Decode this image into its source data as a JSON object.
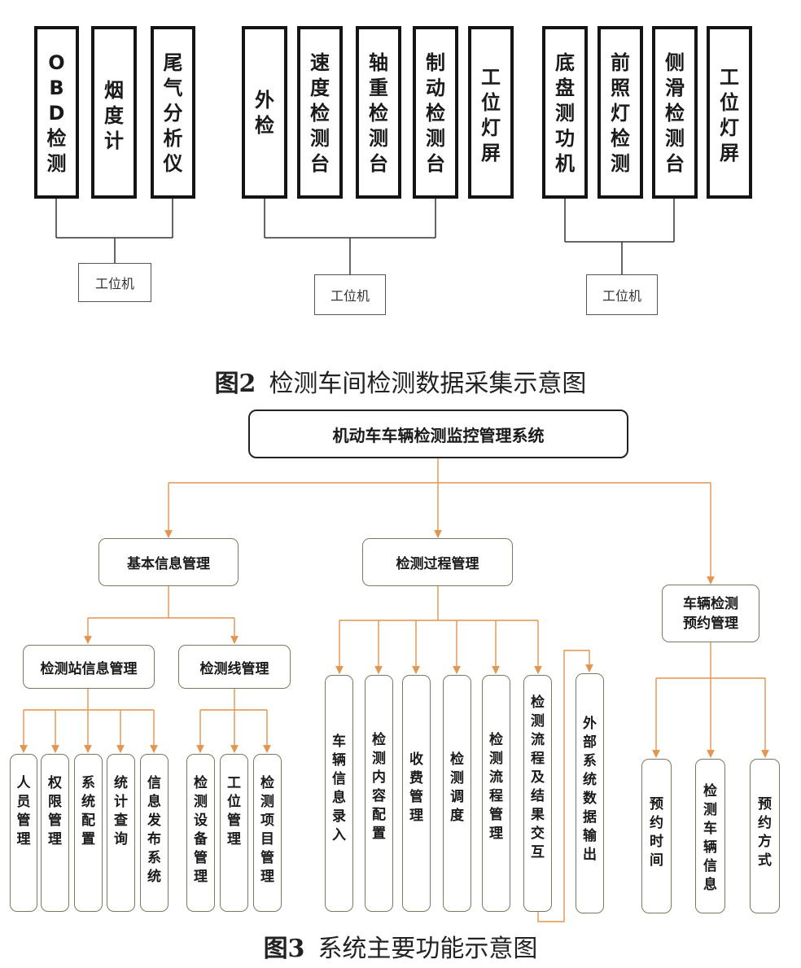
{
  "figure2": {
    "caption_number": "图2",
    "caption_text": "检测车间检测数据采集示意图",
    "group1": {
      "devices": [
        "OBD检测",
        "烟度计",
        "尾气分析仪"
      ],
      "workstation": "工位机"
    },
    "group2": {
      "devices": [
        "外检",
        "速度检测台",
        "轴重检测台",
        "制动检测台",
        "工位灯屏"
      ],
      "workstation": "工位机"
    },
    "group3": {
      "devices": [
        "底盘测功机",
        "前照灯检测",
        "侧滑检测台",
        "工位灯屏"
      ],
      "workstation": "工位机"
    }
  },
  "figure3": {
    "caption_number": "图3",
    "caption_text": "系统主要功能示意图",
    "root": "机动车车辆检测监控管理系统",
    "basic": {
      "label": "基本信息管理",
      "station": {
        "label": "检测站信息管理",
        "items": [
          "人员管理",
          "权限管理",
          "系统配置",
          "统计查询",
          "信息发布系统"
        ]
      },
      "line": {
        "label": "检测线管理",
        "items": [
          "检测设备管理",
          "工位管理",
          "检测项目管理"
        ]
      }
    },
    "process": {
      "label": "检测过程管理",
      "items": [
        "车辆信息录入",
        "检测内容配置",
        "收费管理",
        "检测调度",
        "检测流程管理",
        "检测流程及结果交互",
        "外部系统数据输出"
      ]
    },
    "booking": {
      "label": "车辆检测\n预约管理",
      "items": [
        "预约时间",
        "检测车辆信息",
        "预约方式"
      ]
    }
  },
  "colors": {
    "connector_orange": "#e3944e",
    "connector_dark": "#333333",
    "box_border": "#141414"
  }
}
